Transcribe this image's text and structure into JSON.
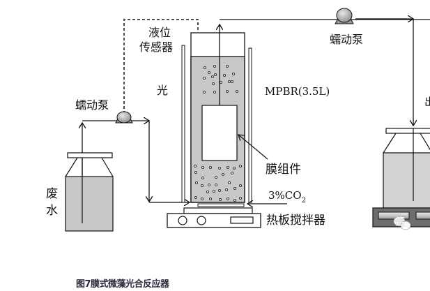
{
  "diagram": {
    "labels": {
      "level_sensor_line1": "液位",
      "level_sensor_line2": "传感器",
      "light": "光",
      "pump_left": "蠕动泵",
      "pump_right": "蠕动泵",
      "reactor": "MPBR(3.5L)",
      "membrane": "膜组件",
      "co2_prefix": "3%CO",
      "co2_sub": "2",
      "hotplate": "热板搅拌器",
      "wastewater_line1": "废",
      "wastewater_line2": "水",
      "right_partial": "出"
    },
    "caption": "图7膜式微藻光合反应器",
    "watermark": "倍",
    "colors": {
      "liquid": "#c8c8c8",
      "line": "#111111",
      "pump": "#b8b8b8",
      "base_dark": "#6e6e6e"
    }
  }
}
